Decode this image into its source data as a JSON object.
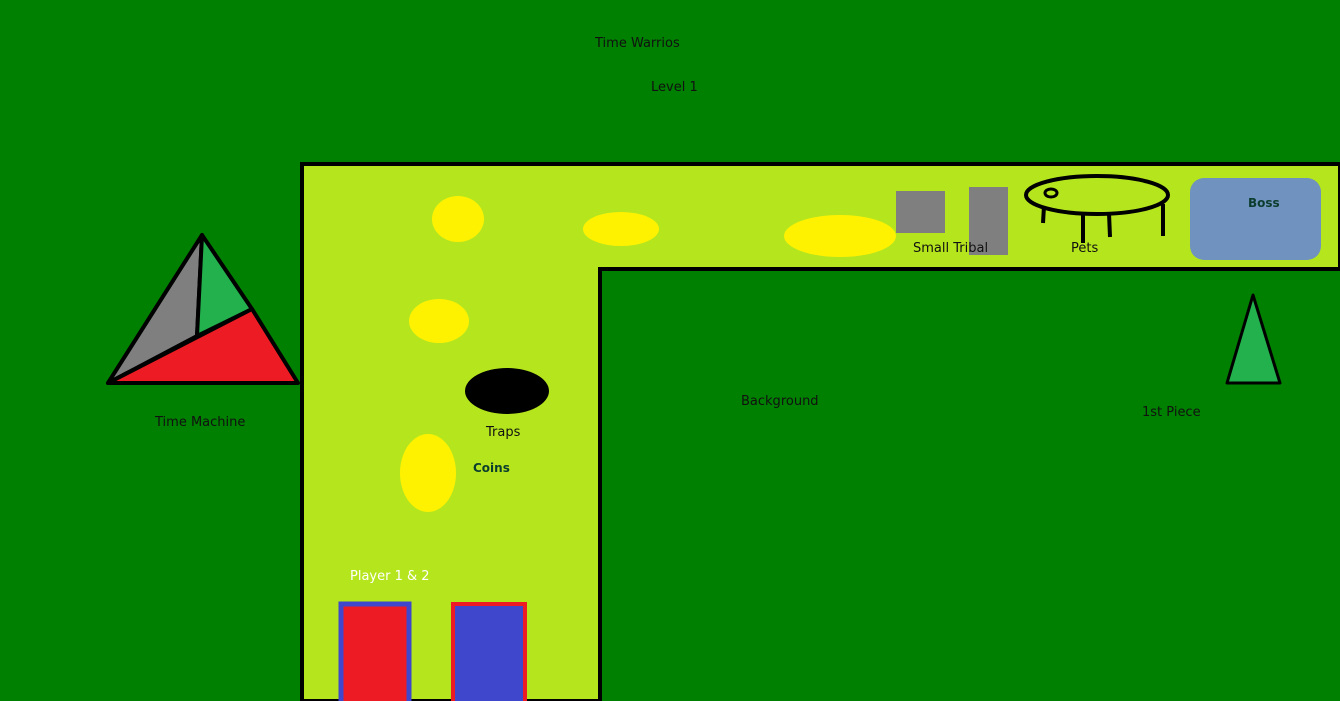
{
  "title": "Time Warrios",
  "level": "Level 1",
  "labels": {
    "time_machine": "Time Machine",
    "small_tribal": "Small Tribal",
    "pets": "Pets",
    "boss": "Boss",
    "background": "Background",
    "first_piece": "1st Piece",
    "traps": "Traps",
    "coins": "Coins",
    "players": "Player 1 & 2"
  },
  "colors": {
    "background": "#008000",
    "path": "#b5e61d",
    "coin": "#fff200",
    "trap": "#000000",
    "enemy": "#7f7f7f",
    "boss": "#7092be",
    "player_red": "#ed1c24",
    "player_blue": "#3f48cc",
    "piece": "#22b14c"
  }
}
